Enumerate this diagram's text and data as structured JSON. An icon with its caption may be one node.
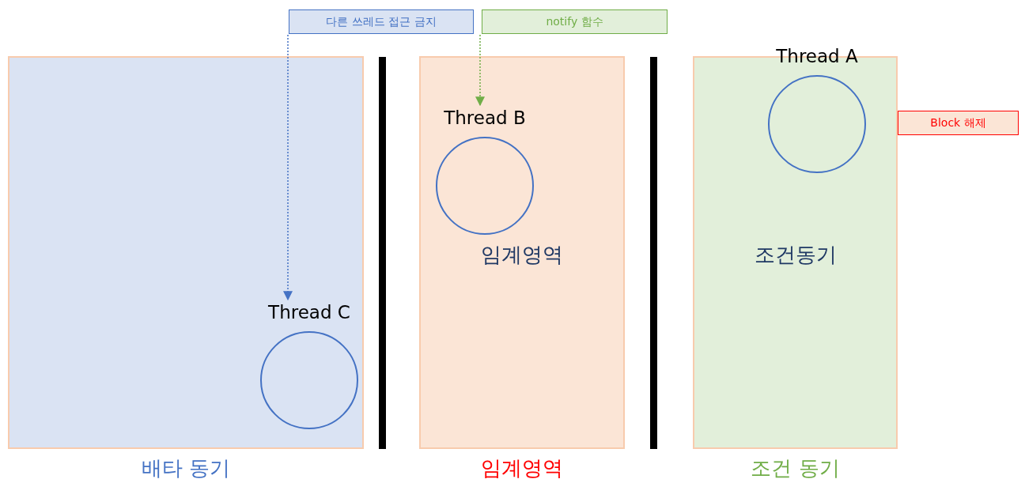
{
  "diagram": {
    "nodes": [
      {
        "text": [
          "배타 동기"
        ]
      },
      {
        "text": [
          "Thread C"
        ],
        "in": 0
      },
      {
        "text": [
          "임계영역",
          "임계영역"
        ]
      },
      {
        "text": [
          "Thread B"
        ],
        "in": 2
      },
      {
        "text": [
          "조건동기",
          "조건 동기"
        ]
      },
      {
        "text": [
          "Thread A"
        ],
        "in": 4
      },
      {
        "text": [
          "다른 쓰레드 접근 금지"
        ]
      },
      {
        "text": [
          "notify 함수"
        ]
      },
      {
        "text": [
          "Block 해제"
        ]
      }
    ],
    "edges": [
      {
        "from": 6,
        "to": 1,
        "arrow": "to",
        "style": "dashed",
        "color": "#4472c4"
      },
      {
        "from": 7,
        "to": 3,
        "arrow": "to",
        "style": "dashed",
        "color": "#70ad47"
      }
    ]
  }
}
